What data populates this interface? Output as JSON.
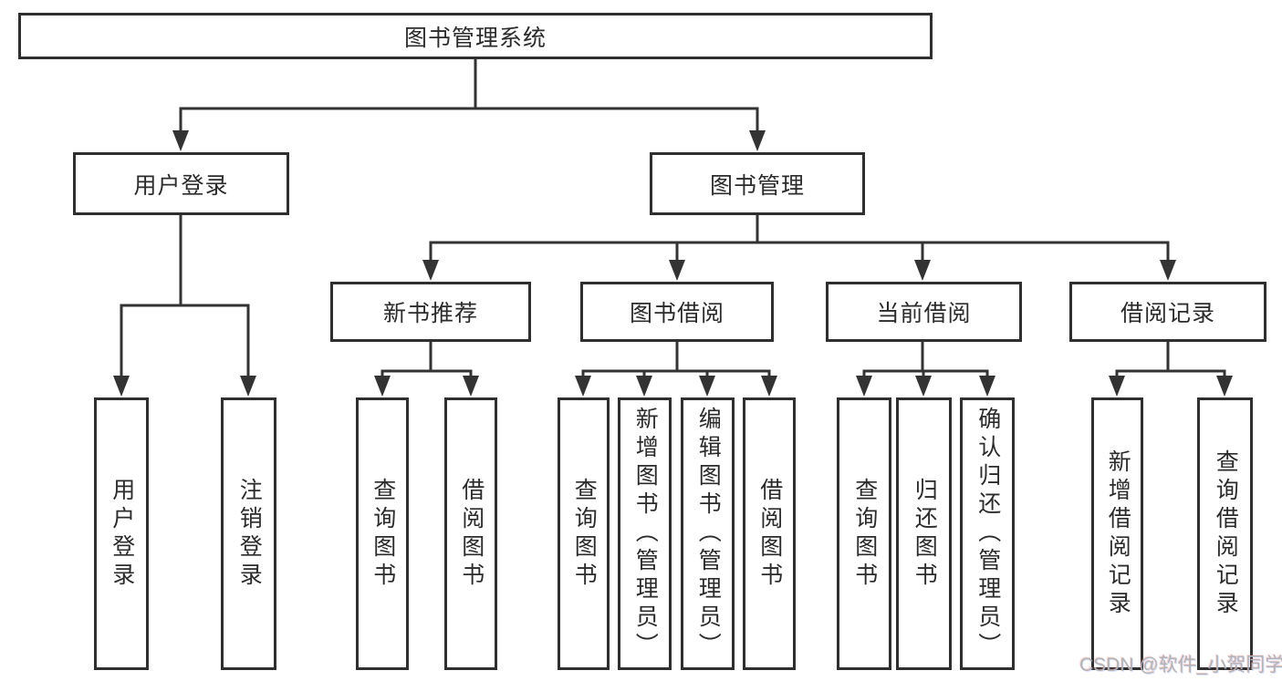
{
  "diagram": {
    "root": {
      "label": "图书管理系统"
    },
    "login": {
      "label": "用户登录",
      "children": [
        {
          "label": "用户登录"
        },
        {
          "label": "注销登录"
        }
      ]
    },
    "management": {
      "label": "图书管理",
      "groups": [
        {
          "label": "新书推荐",
          "children": [
            {
              "label": "查询图书"
            },
            {
              "label": "借阅图书"
            }
          ]
        },
        {
          "label": "图书借阅",
          "children": [
            {
              "label": "查询图书"
            },
            {
              "label": "新增图书（管理员）"
            },
            {
              "label": "编辑图书（管理员）"
            },
            {
              "label": "借阅图书"
            }
          ]
        },
        {
          "label": "当前借阅",
          "children": [
            {
              "label": "查询图书"
            },
            {
              "label": "归还图书"
            },
            {
              "label": "确认归还（管理员）"
            }
          ]
        },
        {
          "label": "借阅记录",
          "children": [
            {
              "label": "新增借阅记录"
            },
            {
              "label": "查询借阅记录"
            }
          ]
        }
      ]
    },
    "watermark": "CSDN @软件_小贺同学",
    "colors": {
      "line": "#333333",
      "border": "#2f2f2f",
      "text": "#2b2b2b",
      "watermark": "#b3b3b3",
      "background": "#ffffff"
    }
  }
}
